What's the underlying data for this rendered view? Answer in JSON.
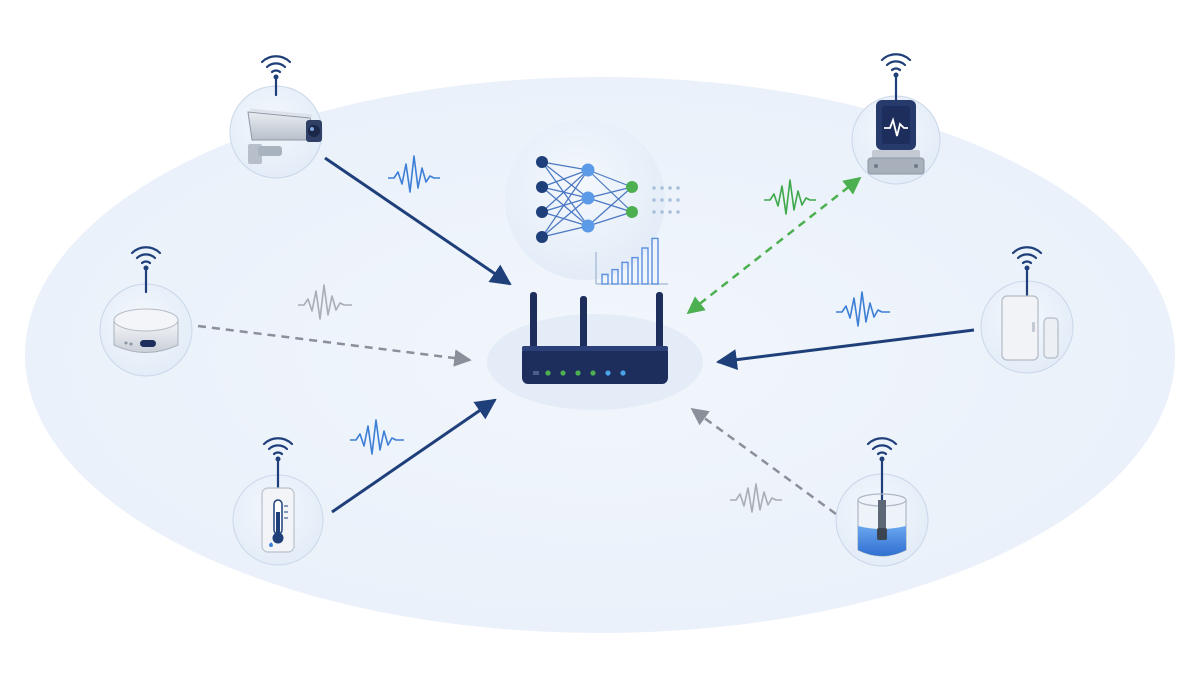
{
  "scene": {
    "description_items": [],
    "colors": {
      "background": "#ffffff",
      "field": "#eef3fa",
      "bubble": "#e6eef8",
      "bubble_stroke": "#c9d7ea",
      "navy": "#1f3f7a",
      "router_body": "#1d2d5c",
      "blue_light": "#5b8fe0",
      "green": "#4cb050",
      "gray_dash": "#8a8f99",
      "wave_blue": "#3d7fd6",
      "wave_green": "#3ea84a",
      "wave_gray": "#a8adb6"
    }
  },
  "hub": {
    "router": {
      "icon": "router-icon",
      "led_colors": [
        "#4cb050",
        "#4cb050",
        "#4cb050",
        "#4cb050",
        "#4aa3e8",
        "#4aa3e8"
      ]
    },
    "ai_model": {
      "icon": "neural-network-icon",
      "chart_icon": "bar-chart-icon",
      "bar_levels": [
        0.2,
        0.3,
        0.45,
        0.55,
        0.75,
        0.95
      ]
    }
  },
  "devices": [
    {
      "id": "security-camera",
      "icon": "security-camera-icon",
      "link": "solid",
      "direction": "to-hub",
      "signal": "wave-blue"
    },
    {
      "id": "smart-hub-puck",
      "icon": "smart-hub-icon",
      "link": "dashed",
      "direction": "to-hub",
      "signal": "wave-gray"
    },
    {
      "id": "thermometer-sensor",
      "icon": "thermometer-icon",
      "link": "solid",
      "direction": "to-hub",
      "signal": "wave-blue"
    },
    {
      "id": "vibration-sensor",
      "icon": "vibration-sensor-icon",
      "link": "dashed-green",
      "direction": "bidirectional",
      "signal": "wave-green"
    },
    {
      "id": "door-sensor",
      "icon": "door-sensor-icon",
      "link": "solid",
      "direction": "to-hub",
      "signal": "wave-blue"
    },
    {
      "id": "water-level-sensor",
      "icon": "water-level-sensor-icon",
      "link": "dashed",
      "direction": "to-hub",
      "signal": "wave-gray"
    }
  ]
}
